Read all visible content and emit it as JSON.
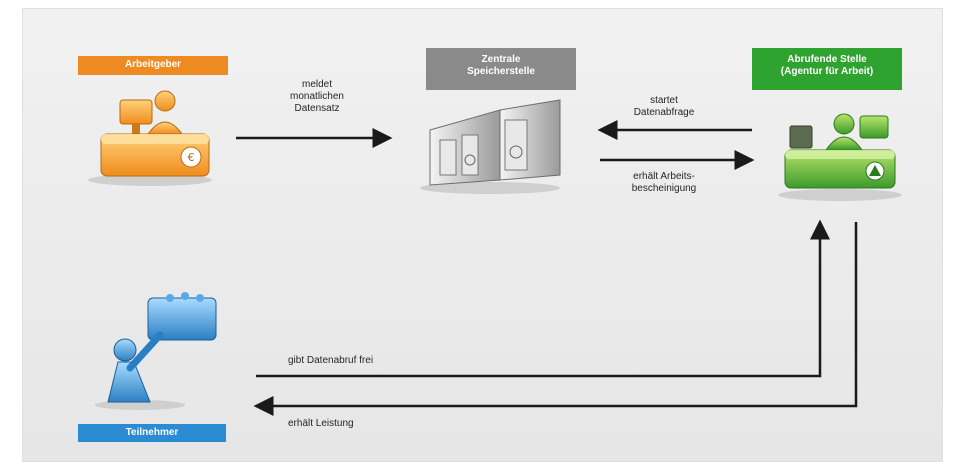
{
  "actors": {
    "employer": {
      "label": "Arbeitgeber",
      "color": "#ee8a22",
      "icon": "employer-desk-euro-icon"
    },
    "central_storage": {
      "label_lines": [
        "Zentrale",
        "Speicherstelle"
      ],
      "color": "#8a8a8a",
      "icon": "server-rack-icon"
    },
    "agency": {
      "label_lines": [
        "Abrufende Stelle",
        "(Agentur für Arbeit)"
      ],
      "color": "#2fa32f",
      "icon": "agency-desk-icon"
    },
    "participant": {
      "label": "Teilnehmer",
      "color": "#2c8cd3",
      "icon": "participant-card-icon"
    }
  },
  "flows": {
    "employer_to_central": [
      "meldet",
      "monatlichen",
      "Datensatz"
    ],
    "agency_to_central": [
      "startet",
      "Datenabfrage"
    ],
    "central_to_agency": [
      "erhält Arbeits-",
      "bescheinigung"
    ],
    "participant_to_agency": "gibt Datenabruf frei",
    "agency_to_participant": "erhält Leistung"
  }
}
